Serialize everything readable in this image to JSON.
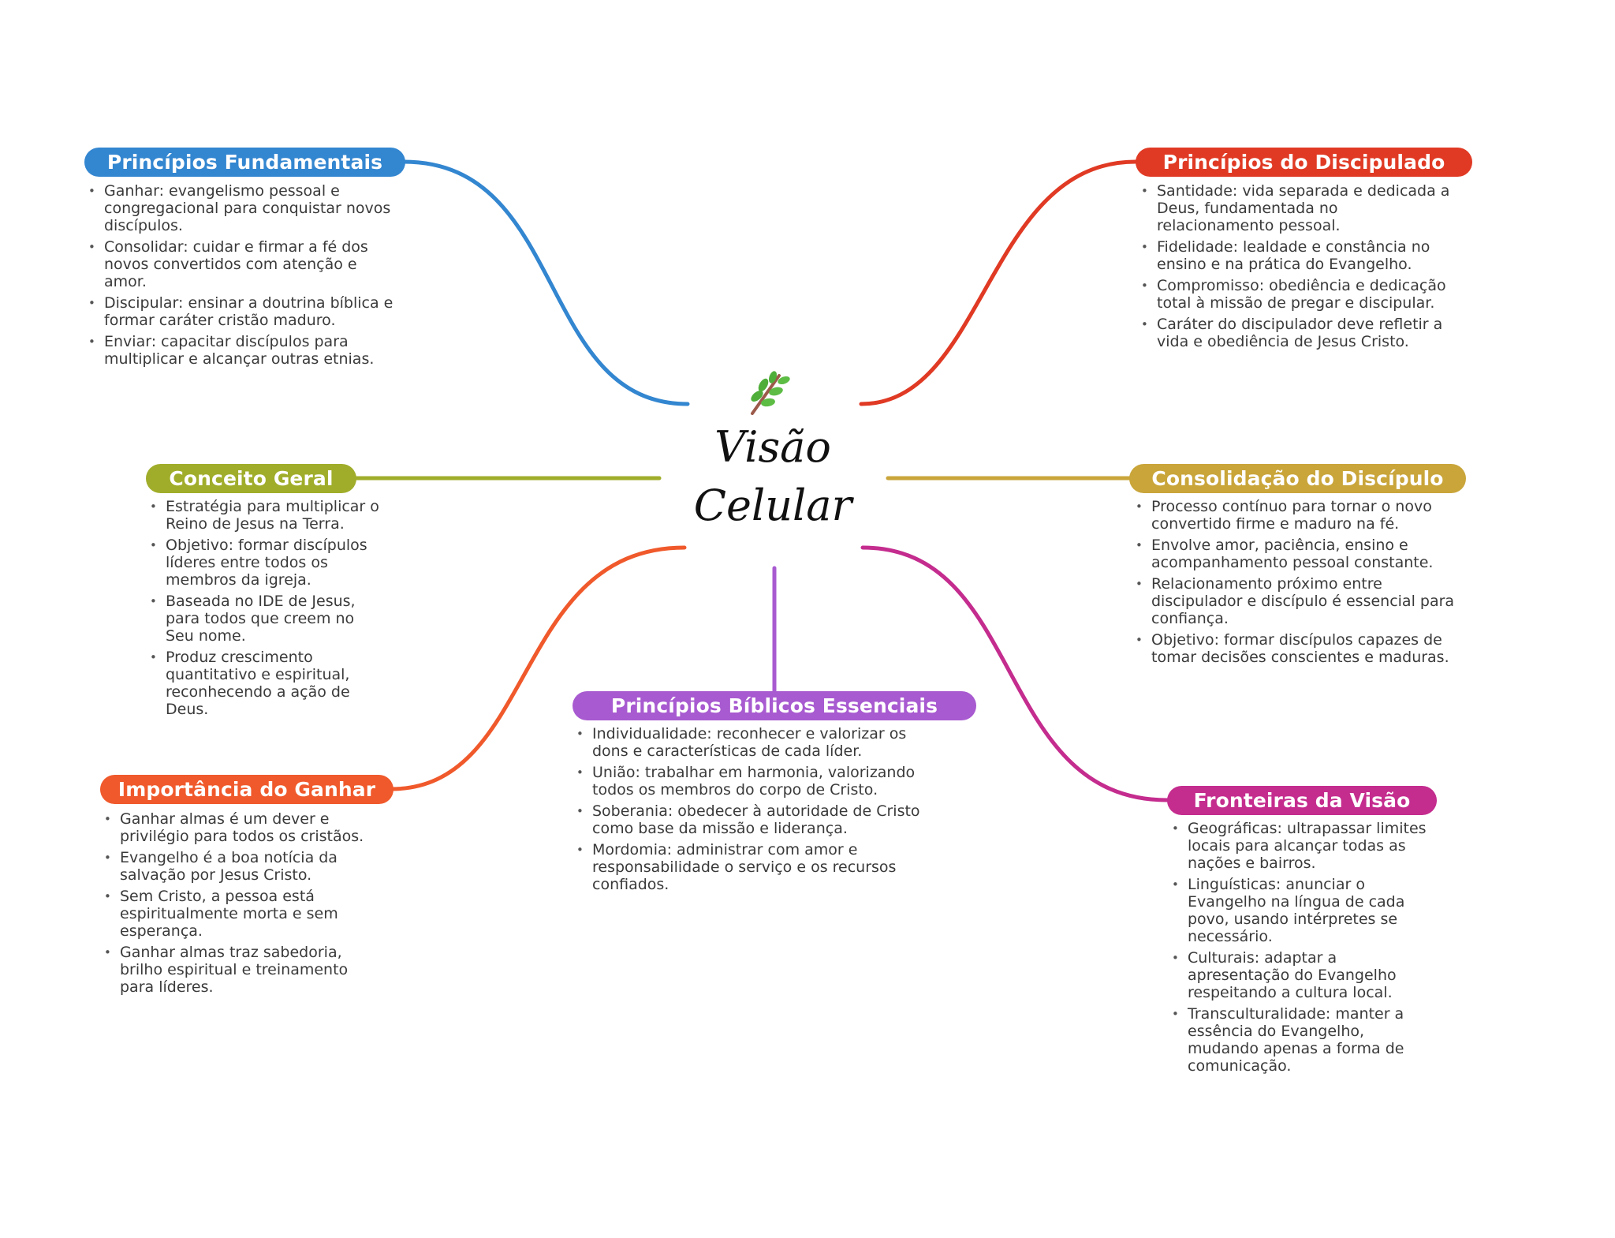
{
  "center": {
    "line1": "Visão",
    "line2": "Celular",
    "icon": "branch-icon"
  },
  "colors": {
    "blue": "#3386d0",
    "red": "#e03a24",
    "olive": "#a0ad2a",
    "gold": "#c9a53a",
    "orange": "#f0592b",
    "purple": "#a85ad0",
    "magenta": "#c42c8e"
  },
  "branches": {
    "fundamentais": {
      "title": "Princípios Fundamentais",
      "items": [
        "Ganhar: evangelismo pessoal e congregacional para conquistar novos discípulos.",
        "Consolidar: cuidar e firmar a fé dos novos convertidos com atenção e amor.",
        "Discipular: ensinar a doutrina bíblica e formar caráter cristão maduro.",
        "Enviar: capacitar discípulos para multiplicar e alcançar outras etnias."
      ]
    },
    "discipulado": {
      "title": "Princípios do Discipulado",
      "items": [
        "Santidade: vida separada e dedicada a Deus, fundamentada no relacionamento pessoal.",
        "Fidelidade: lealdade e constância no ensino e na prática do Evangelho.",
        "Compromisso: obediência e dedicação total à missão de pregar e discipular.",
        "Caráter do discipulador deve refletir a vida e obediência de Jesus Cristo."
      ]
    },
    "conceito": {
      "title": "Conceito Geral",
      "items": [
        "Estratégia para multiplicar o Reino de Jesus na Terra.",
        "Objetivo: formar discípulos líderes entre todos os membros da igreja.",
        "Baseada no IDE de Jesus, para todos que creem no Seu nome.",
        "Produz crescimento quantitativo e espiritual, reconhecendo a ação de Deus."
      ]
    },
    "consolidacao": {
      "title": "Consolidação do Discípulo",
      "items": [
        "Processo contínuo para tornar o novo convertido firme e maduro na fé.",
        "Envolve amor, paciência, ensino e acompanhamento pessoal constante.",
        "Relacionamento próximo entre discipulador e discípulo é essencial para confiança.",
        "Objetivo: formar discípulos capazes de tomar decisões conscientes e maduras."
      ]
    },
    "biblicos": {
      "title": "Princípios Bíblicos Essenciais",
      "items": [
        "Individualidade: reconhecer e valorizar os dons e características de cada líder.",
        "União: trabalhar em harmonia, valorizando todos os membros do corpo de Cristo.",
        "Soberania: obedecer à autoridade de Cristo como base da missão e liderança.",
        "Mordomia: administrar com amor e responsabilidade o serviço e os recursos confiados."
      ]
    },
    "ganhar": {
      "title": "Importância do Ganhar",
      "items": [
        "Ganhar almas é um dever e privilégio para todos os cristãos.",
        "Evangelho é a boa notícia da salvação por Jesus Cristo.",
        "Sem Cristo, a pessoa está espiritualmente morta e sem esperança.",
        "Ganhar almas traz sabedoria, brilho espiritual e treinamento para líderes."
      ]
    },
    "fronteiras": {
      "title": "Fronteiras da Visão",
      "items": [
        "Geográficas: ultrapassar limites locais para alcançar todas as nações e bairros.",
        "Linguísticas: anunciar o Evangelho na língua de cada povo, usando intérpretes se necessário.",
        "Culturais: adaptar a apresentação do Evangelho respeitando a cultura local.",
        "Transculturalidade: manter a essência do Evangelho, mudando apenas a forma de comunicação."
      ]
    }
  }
}
